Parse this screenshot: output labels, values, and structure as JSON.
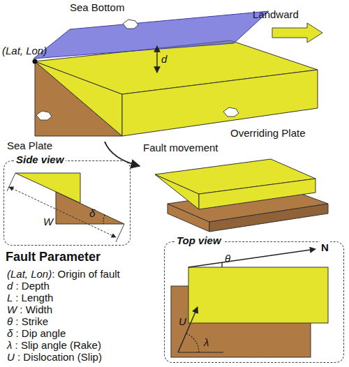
{
  "diagram": {
    "nodes": [
      {
        "text": [
          "Side view"
        ]
      },
      {
        "text": [
          "Top view"
        ]
      }
    ],
    "labels": [
      "Sea Bottom",
      "(Lat, Lon)",
      "d",
      "Landward",
      "Sea Plate",
      "Overriding Plate",
      "Fault movement",
      "δ",
      "W",
      "Fault Parameter",
      "(Lat, Lon): Origin of fault",
      "d : Depth",
      "L : Length",
      "W : Width",
      "θ : Strike",
      "δ : Dip angle",
      "λ : Slip angle (Rake)",
      "U : Dislocation (Slip)",
      "N",
      "θ",
      "U",
      "λ"
    ]
  }
}
